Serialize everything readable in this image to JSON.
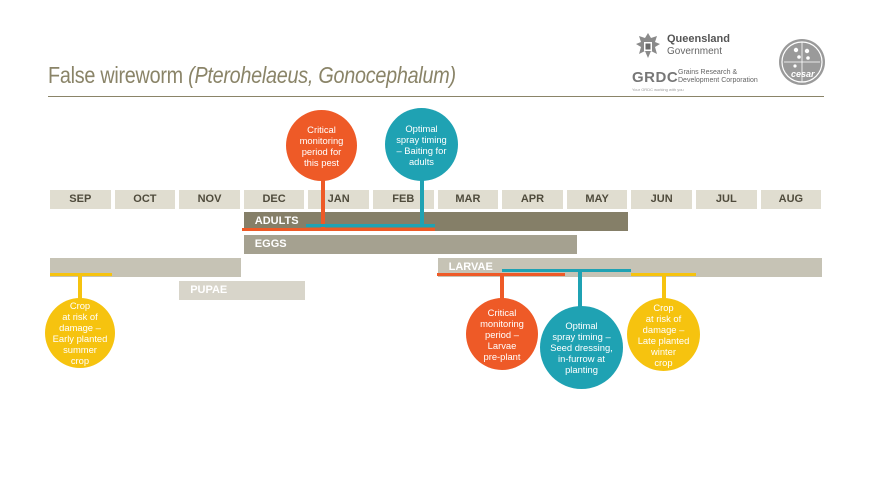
{
  "title": {
    "main": "False wireworm ",
    "italic": "(Pterohelaeus, Gonocephalum)"
  },
  "logos": {
    "qld_line1": "Queensland",
    "qld_line2": "Government",
    "grdc_abbr": "GRDC",
    "grdc_line1": "Grains Research &",
    "grdc_line2": "Development Corporation",
    "grdc_tag": "Your GRDC working with you",
    "cesar": "cesar"
  },
  "months": [
    "SEP",
    "OCT",
    "NOV",
    "DEC",
    "JAN",
    "FEB",
    "MAR",
    "APR",
    "MAY",
    "JUN",
    "JUL",
    "AUG"
  ],
  "stages": {
    "adults": {
      "label": "ADULTS",
      "start": 3,
      "end": 9
    },
    "eggs": {
      "label": "EGGS",
      "start": 3,
      "end": 8.2
    },
    "larvae": {
      "label": "LARVAE",
      "ranges": [
        [
          0,
          3
        ],
        [
          6,
          12
        ]
      ]
    },
    "pupae": {
      "label": "PUPAE",
      "start": 2,
      "end": 4
    }
  },
  "callouts": {
    "critical_adult": "Critical\nmonitoring\nperiod for\nthis pest",
    "spray_adult": "Optimal\nspray timing\n– Baiting for\nadults",
    "crop_early": "Crop\nat risk of\ndamage –\nEarly planted\nsummer\ncrop",
    "critical_larvae": "Critical\nmonitoring\nperiod –\nLarvae\npre-plant",
    "spray_larvae": "Optimal\nspray timing –\nSeed dressing,\nin-furrow at\nplanting",
    "crop_late": "Crop\nat risk of\ndamage –\nLate planted\nwinter\ncrop"
  },
  "colors": {
    "month_bg": "#e0ddd0",
    "adults": "#857f68",
    "eggs": "#a5a190",
    "larvae": "#c6c3b5",
    "pupae": "#d8d5ca",
    "orange": "#ee5a27",
    "teal": "#1fa2b3",
    "yellow": "#f6c30f"
  }
}
